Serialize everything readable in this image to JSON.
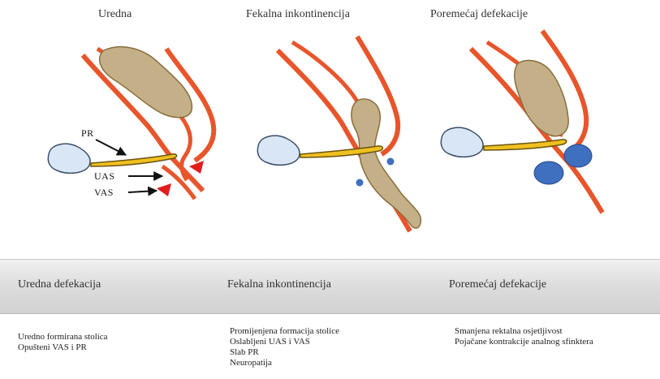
{
  "panels": [
    {
      "title": "Uredna"
    },
    {
      "title": "Fekalna inkontinencija"
    },
    {
      "title": "Poremećaj defekacije"
    }
  ],
  "labels": {
    "pr": "PR",
    "uas": "UAS",
    "vas": "VAS"
  },
  "table": {
    "headers": [
      "Uredna defekacija",
      "Fekalna inkontinencija",
      "Poremećaj defekacije"
    ],
    "columns": [
      [
        "Uredno formirana stolica",
        "Opušteni VAS i PR"
      ],
      [
        "Promijenjena formacija stolice",
        "Oslabljeni UAS i VAS",
        "Slab PR",
        "Neuropatija"
      ],
      [
        "Smanjena rektalna osjetljivost",
        "Pojačane kontrakcije analnog sfinktera"
      ]
    ]
  },
  "colors": {
    "muscle": "#e8552b",
    "stool": "#c4b088",
    "pr_muscle": "#f0c020",
    "bladder": "#d9e6f5",
    "dot": "#3f6fbf",
    "marker": "#e21d1d"
  }
}
